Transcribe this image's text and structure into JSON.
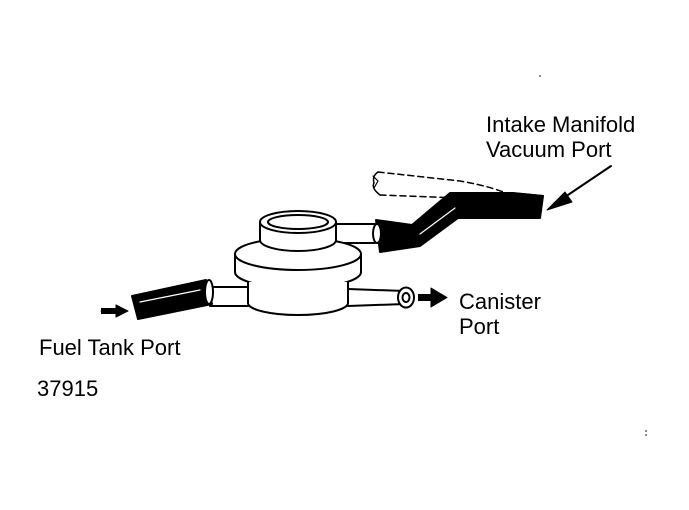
{
  "labels": {
    "intake_line1": "Intake Manifold",
    "intake_line2": "Vacuum Port",
    "canister_line1": "Canister",
    "canister_line2": "Port",
    "fuel_tank": "Fuel Tank Port",
    "figure_number": "37915"
  },
  "colors": {
    "ink": "#000000",
    "paper": "#ffffff"
  }
}
